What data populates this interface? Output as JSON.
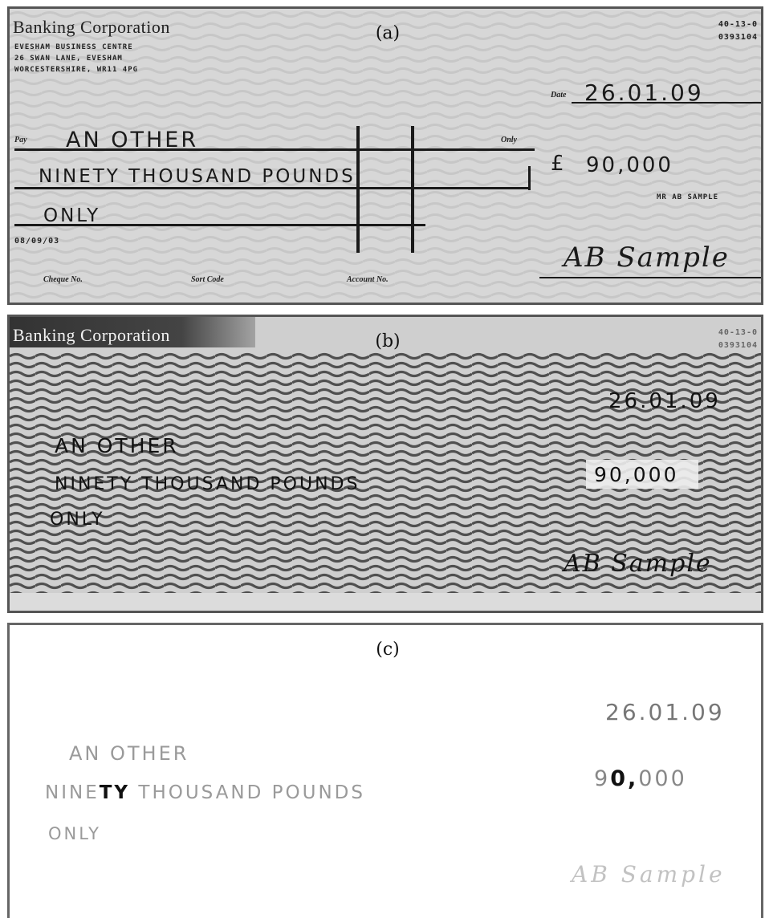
{
  "panels": {
    "a": {
      "caption": "(a)"
    },
    "b": {
      "caption": "(b)"
    },
    "c": {
      "caption": "(c)"
    }
  },
  "cheque": {
    "bank_name": "Banking Corporation",
    "address_line_1": "EVESHAM BUSINESS CENTRE",
    "address_line_2": "26 SWAN LANE, EVESHAM",
    "address_line_3": "WORCESTERSHIRE, WR11 4PG",
    "sort_code_line_1": "40-13-0",
    "sort_code_line_2": "0393104",
    "date_label": "Date",
    "date_value": "26.01.09",
    "pay_label": "Pay",
    "payee": "AN OTHER",
    "only_label": "Only",
    "amount_words_line_1": "NINETY THOUSAND POUNDS",
    "amount_words_line_2": "ONLY",
    "currency_symbol": "£",
    "amount_figures": "90,000",
    "account_name": "MR AB SAMPLE",
    "issue_date": "08/09/03",
    "cheque_no_label": "Cheque No.",
    "sort_code_label": "Sort Code",
    "account_no_label": "Account No.",
    "signature": "AB Sample"
  },
  "extracted": {
    "payee": "AN OTHER",
    "amount_words_part_1": "NINE",
    "amount_words_bold": "TY",
    "amount_words_part_2": " THOUSAND  POUNDS",
    "amount_words_line_2": "ONLY",
    "date": "26.01.09",
    "amount_part_1": "9",
    "amount_bold": "0,",
    "amount_part_2": "000",
    "signature": "AB Sample"
  },
  "colors": {
    "panel_a_bg": "#d7d7d7",
    "panel_b_bg": "#cfcfcf",
    "panel_c_bg": "#ffffff",
    "ink": "#1a1a1a"
  }
}
